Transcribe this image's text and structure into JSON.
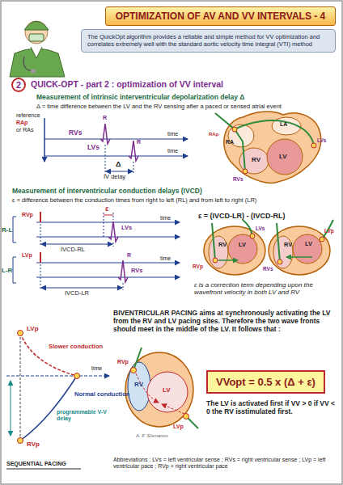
{
  "diagram": {
    "title": "OPTIMIZATION OF AV AND VV INTERVALS - 4",
    "nodes": [
      {
        "text": [
          "The QuickOpt algorithm provides a reliable and simple method for VV optimization and correlates extremely well with the standard aortic velocity time integral (VTI) method"
        ]
      },
      {
        "text": [
          "2"
        ]
      },
      {
        "text": [
          "VVopt = 0.5 x (Δ + ε)"
        ]
      }
    ],
    "labels": [
      "QUICK-OPT - part 2 : optimization of VV interval",
      "Measurement of intrinsic interventricular depolarization delay Δ",
      "Δ = time difference between the LV and the RV sensing after a paced or sensed atrial event",
      "reference",
      "RAp",
      "or RAs",
      "RVs",
      "R",
      "time",
      "R",
      "LVs",
      "time",
      "Δ",
      "IV delay",
      "RAp",
      "RA",
      "LA",
      "LVs",
      "RV",
      "LV",
      "RVs",
      "Measurement of interventricular conduction delays (IVCD)",
      "ε = difference between the conduction times from right to left (RL) and from left to right (LR)",
      "R-L",
      "L-R",
      "RVp",
      "ε",
      "time",
      "LVs",
      "IVCD-RL",
      "LVp",
      "time",
      "R",
      "RVs",
      "IVCD-LR",
      "ε = (IVCD-LR) - (IVCD-RL)",
      "LVs",
      "RVp",
      "LV",
      "RV",
      "LVp",
      "RVs",
      "RV",
      "LV",
      "ε is a correction term depending upon the wavefront velocity in both LV and RV",
      "BIVENTRICULAR PACING aims at synchronously activating the LV from the RV and LV pacing sites. Therefore the two wave fronts should meet in the middle of the LV. It follows that :",
      "LVp",
      "Slower conduction",
      "time",
      "Normal conduction",
      "programmable V-V delay",
      "RVp",
      "SEQUENTIAL PACING",
      "RVp",
      "RV",
      "LV",
      "LVp",
      "A. F. Sismanov",
      "The LV is activated first if VV > 0 if VV < 0 the RV isstimulated first.",
      "Abbreviations : LVs = left ventricular sense ; RVs = right ventricular sense ; LVp = left ventricular pace ; RVp = right ventricular pace"
    ]
  }
}
